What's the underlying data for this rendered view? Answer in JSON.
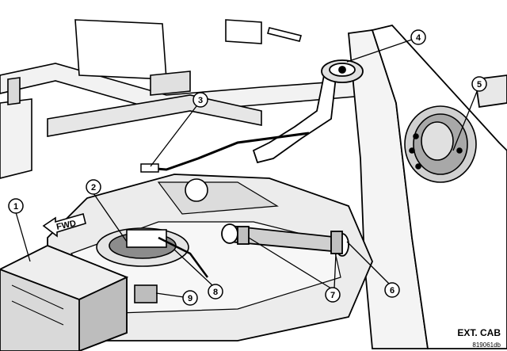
{
  "diagram": {
    "callouts": [
      {
        "id": "callout-1",
        "text": "1"
      },
      {
        "id": "callout-2",
        "text": "2"
      },
      {
        "id": "callout-3",
        "text": "3"
      },
      {
        "id": "callout-4",
        "text": "4"
      },
      {
        "id": "callout-5",
        "text": "5"
      },
      {
        "id": "callout-6",
        "text": "6"
      },
      {
        "id": "callout-7",
        "text": "7"
      },
      {
        "id": "callout-8",
        "text": "8"
      },
      {
        "id": "callout-9",
        "text": "9"
      }
    ],
    "fwd_label": "FWD",
    "caption": "EXT. CAB",
    "figure_id": "819061db"
  },
  "colors": {
    "line": "#000000",
    "shade": "#d9d9d9",
    "dark": "#8c8c8c",
    "background": "#ffffff"
  }
}
